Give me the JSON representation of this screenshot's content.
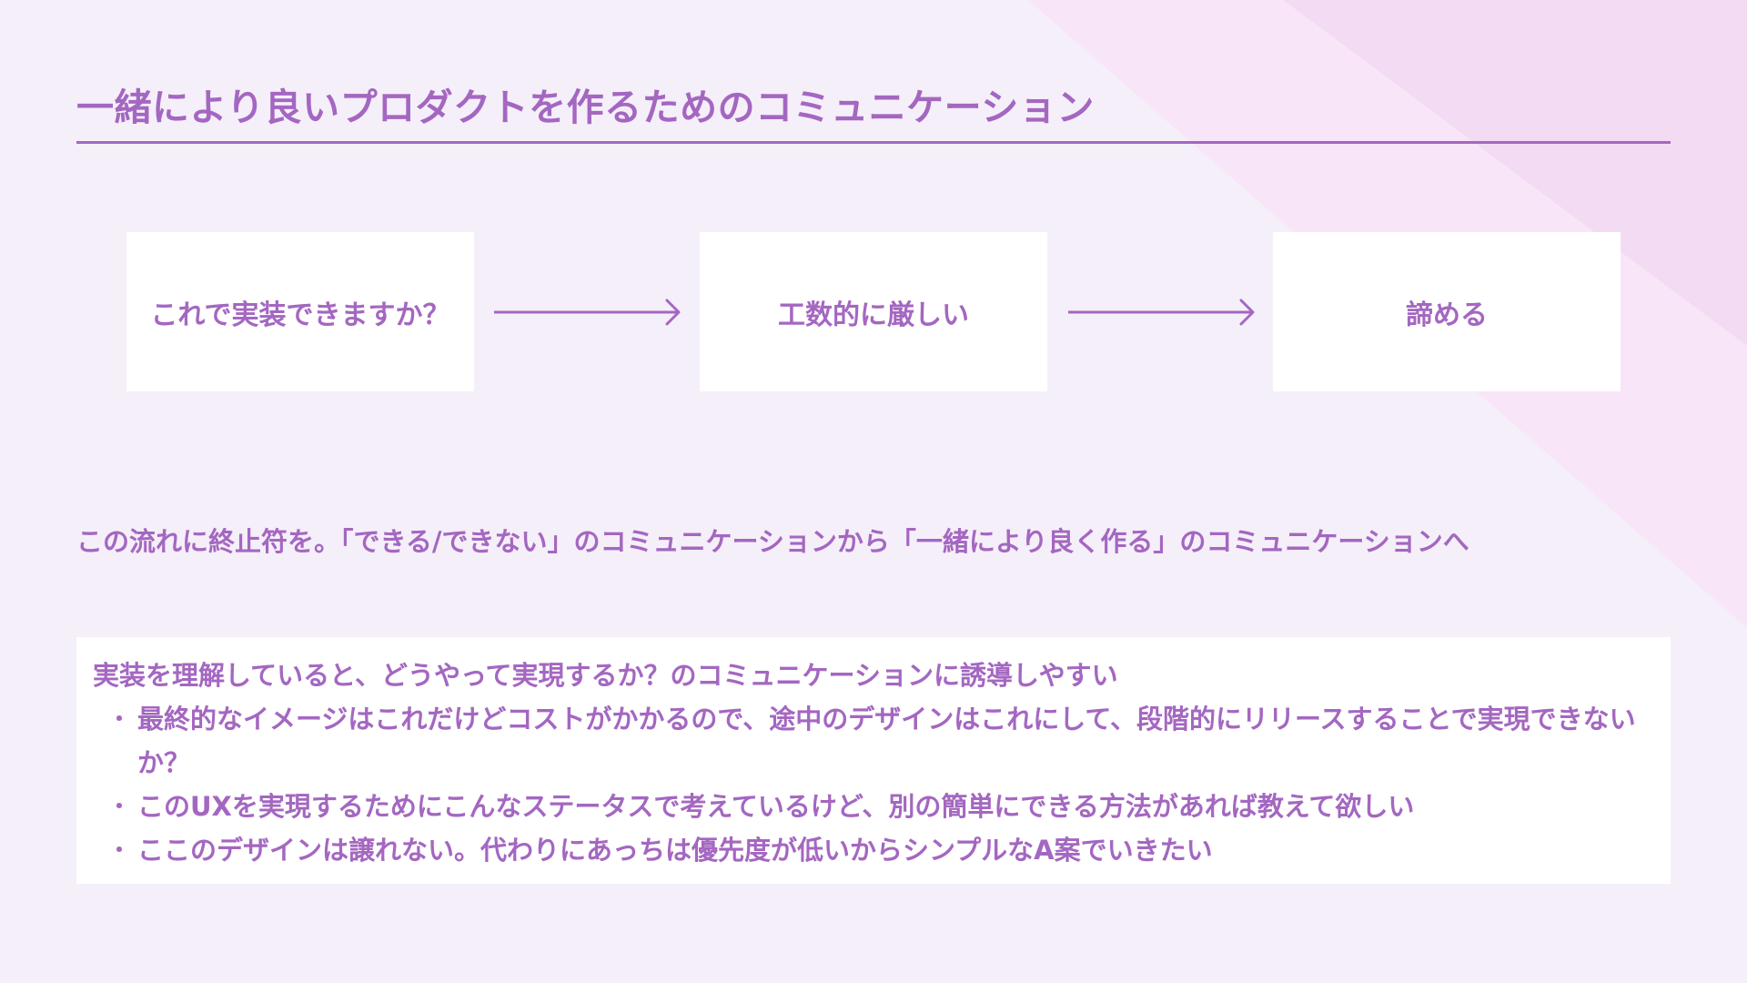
{
  "title": "一緒により良いプロダクトを作るためのコミュニケーション",
  "flow": {
    "steps": [
      "これで実装できますか？",
      "工数的に厳しい",
      "諦める"
    ]
  },
  "statement": "この流れに終止符を。「できる/できない」のコミュニケーションから「一緒により良く作る」のコミュニケーションへ",
  "note": {
    "heading": "実装を理解していると、どうやって実現するか？のコミュニケーションに誘導しやすい",
    "bullets": [
      "最終的なイメージはこれだけどコストがかかるので、途中のデザインはこれにして、段階的にリリースすることで実現できないか？",
      "このUXを実現するためにこんなステータスで考えているけど、別の簡単にできる方法があれば教えて欲しい",
      "ここのデザインは譲れない。代わりにあっちは優先度が低いからシンプルなA案でいきたい"
    ],
    "bullet_marker": "・"
  },
  "colors": {
    "accent": "#a467c1",
    "background": "#f5eff9",
    "card": "#ffffff",
    "decoration_light": "#f8e6f8",
    "decoration_mid": "#f3dcf3"
  },
  "icons": {
    "flow_connector": "right-arrow-icon"
  }
}
